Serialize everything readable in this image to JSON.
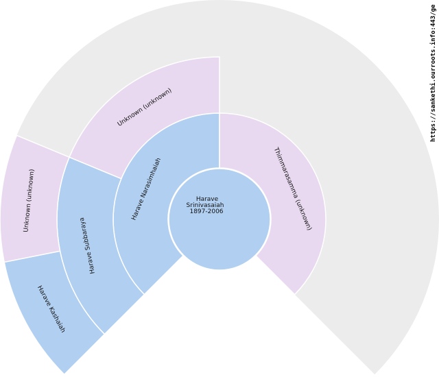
{
  "colors": {
    "male": "#b1cff0",
    "female": "#e8d9f0",
    "empty": "#ececec",
    "separator": "#ffffff"
  },
  "root": {
    "name_line1": "Harave",
    "name_line2": "Srinivasaiah",
    "dates": "1897-2006"
  },
  "people": [
    {
      "name": "Harave Narasimhaiah",
      "generation": 1,
      "slot": 0,
      "sex": "male"
    },
    {
      "name": "Thimmarasamma (unknown)",
      "generation": 1,
      "slot": 1,
      "sex": "female"
    },
    {
      "name": "Harave Subbaraya",
      "generation": 2,
      "slot": 0,
      "sex": "male"
    },
    {
      "name": "Unknown (unknown)",
      "generation": 2,
      "slot": 1,
      "sex": "female"
    },
    {
      "name": "Harave Kashaiah",
      "generation": 3,
      "slot": 0,
      "sex": "male"
    },
    {
      "name": "Unknown (unknown)",
      "generation": 3,
      "slot": 1,
      "sex": "female"
    }
  ],
  "source_url": "https://sankethi.ourroots.info:443/ge"
}
